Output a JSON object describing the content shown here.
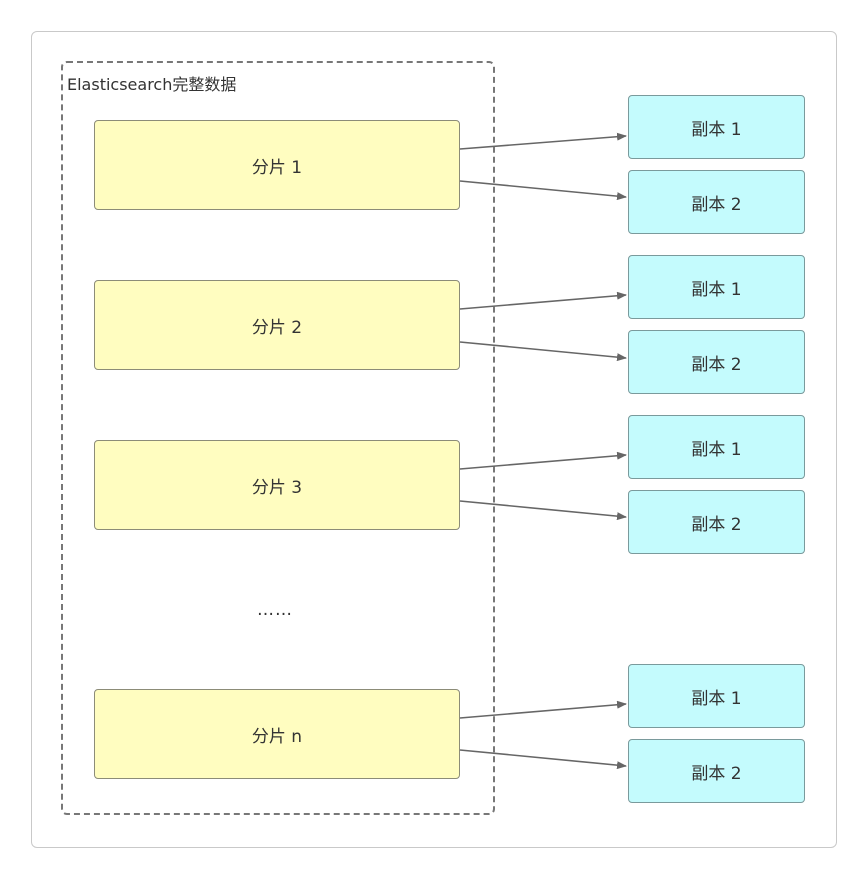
{
  "cluster": {
    "label": "Elasticsearch完整数据"
  },
  "shards": [
    {
      "label": "分片 1",
      "replicas": [
        "副本 1",
        "副本 2"
      ]
    },
    {
      "label": "分片 2",
      "replicas": [
        "副本 1",
        "副本 2"
      ]
    },
    {
      "label": "分片 3",
      "replicas": [
        "副本 1",
        "副本 2"
      ]
    },
    {
      "label": "分片 n",
      "replicas": [
        "副本 1",
        "副本 2"
      ]
    }
  ],
  "ellipsis": "……",
  "colors": {
    "shard_fill": "#fffdc0",
    "replica_fill": "#c4fbfd",
    "arrow": "#666666"
  }
}
